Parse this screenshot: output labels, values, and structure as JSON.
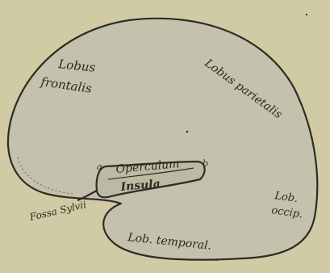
{
  "figure": {
    "colors": {
      "background": "#d0cba4",
      "hemisphere_fill": "#c4c1ad",
      "outline": "#2e2c25"
    },
    "labels": {
      "lobus": "Lobus",
      "frontalis": "frontalis",
      "lobus_parietalis": "Lobus parietalis",
      "operculum": "Operculum",
      "insula": "Insula",
      "lob_occip_1": "Lob.",
      "lob_occip_2": "occip.",
      "lob_temporal": "Lob. temporal.",
      "fossa_sylvii": "Fossa Sylvii",
      "marker_a": "a",
      "marker_b": "b"
    }
  }
}
